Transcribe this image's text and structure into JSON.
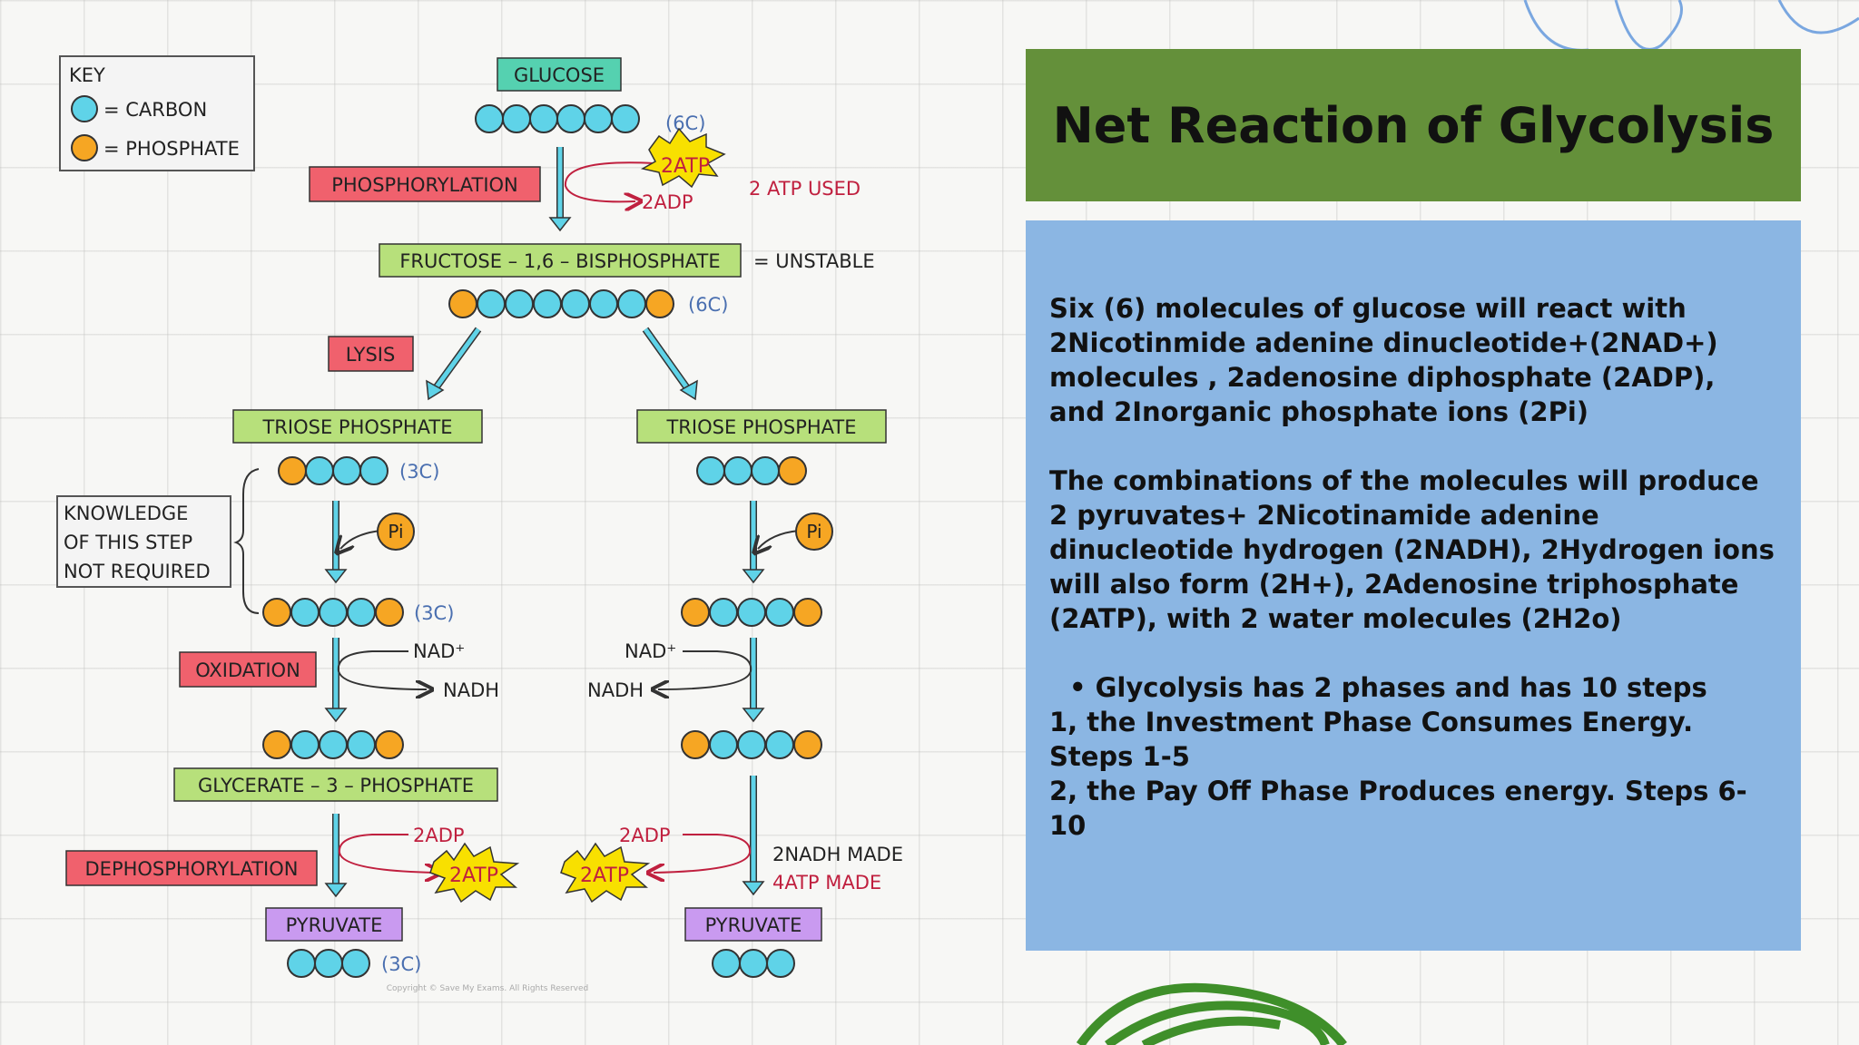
{
  "key": {
    "title": "KEY",
    "carbon": "= CARBON",
    "phosphate": "= PHOSPHATE"
  },
  "colors": {
    "carbon": "#5fd3e8",
    "phosphate": "#f6a623",
    "label_red": "#f0616d",
    "label_green": "#b7e07b",
    "label_teal": "#55d1b0",
    "label_purple": "#c99af0",
    "title_bg": "#64903a",
    "text_bg": "#8bb6e3"
  },
  "diagram": {
    "glucose": "GLUCOSE",
    "c6_top": "(6C)",
    "phosphorylation": "PHOSPHORYLATION",
    "atp_burst_top": "2ATP",
    "adp_top": "2ADP",
    "atp_used": "2 ATP  USED",
    "fructose": "FRUCTOSE – 1,6 – BISPHOSPHATE",
    "unstable": "= UNSTABLE",
    "c6_mid": "(6C)",
    "lysis": "LYSIS",
    "triose_left": "TRIOSE  PHOSPHATE",
    "triose_right": "TRIOSE  PHOSPHATE",
    "c3_a": "(3C)",
    "c3_b": "(3C)",
    "c3_c": "(3C)",
    "knowledge": [
      "KNOWLEDGE",
      "OF  THIS  STEP",
      "NOT  REQUIRED"
    ],
    "pi_label": "Pi",
    "oxidation": "OXIDATION",
    "nad_left": "NAD⁺",
    "nadh_left": "NADH",
    "nad_right": "NAD⁺",
    "nadh_right": "NADH",
    "glycerate": "GLYCERATE – 3 – PHOSPHATE",
    "dephosphorylation": "DEPHOSPHORYLATION",
    "adp_left": "2ADP",
    "adp_right": "2ADP",
    "atp_left": "2ATP",
    "atp_right": "2ATP",
    "nadh_made": "2NADH  MADE",
    "atp_made": "4ATP  MADE",
    "pyruvate_left": "PYRUVATE",
    "pyruvate_right": "PYRUVATE",
    "copyright": "Copyright © Save My Exams. All Rights Reserved"
  },
  "title": "Net Reaction of Glycolysis",
  "paragraphs": [
    "Six (6) molecules of glucose will react with 2Nicotinmide adenine dinucleotide+(2NAD+) molecules , 2adenosine diphosphate (2ADP), and 2Inorganic phosphate ions (2Pi)",
    "The combinations of the molecules will produce 2 pyruvates+ 2Nicotinamide adenine dinucleotide hydrogen (2NADH), 2Hydrogen ions will also form (2H+), 2Adenosine triphosphate (2ATP), with 2 water molecules (2H2o)"
  ],
  "bullet": "• Glycolysis has 2 phases and has 10 steps",
  "steps": [
    "1, the Investment Phase Consumes Energy. Steps 1-5",
    "2, the Pay Off Phase  Produces energy. Steps 6-10"
  ]
}
